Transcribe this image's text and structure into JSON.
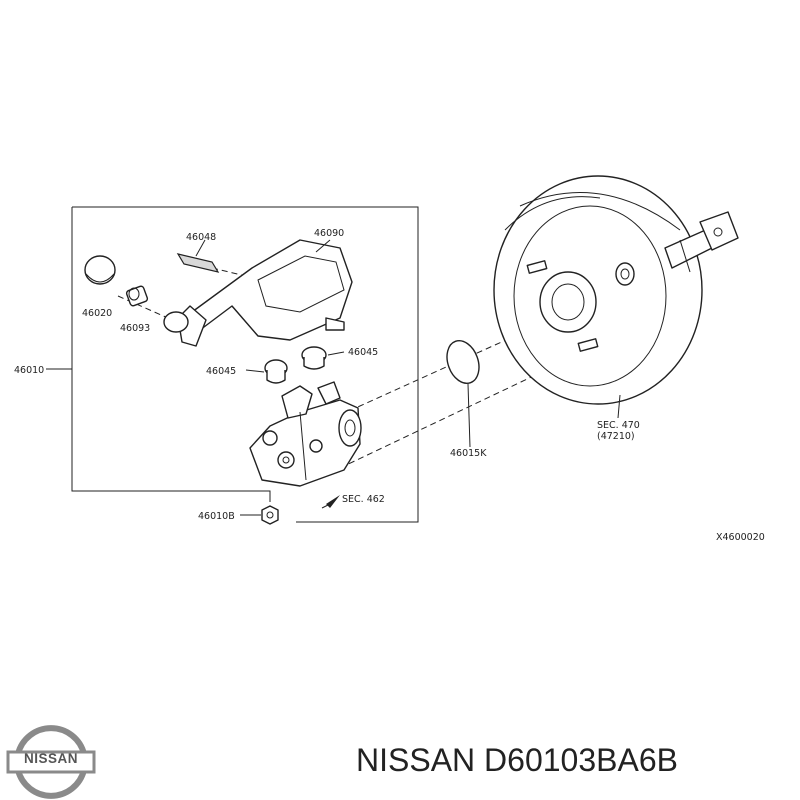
{
  "diagram": {
    "labels": {
      "p46048": "46048",
      "p46090": "46090",
      "p46020": "46020",
      "p46093": "46093",
      "p46010": "46010",
      "p46045a": "46045",
      "p46045b": "46045",
      "p46015k": "46015K",
      "sec470": "SEC. 470",
      "sec470sub": "(47210)",
      "sec462": "SEC. 462",
      "p46010b": "46010B",
      "drawing_code": "X4600020"
    }
  },
  "brand": {
    "logo_text": "NISSAN",
    "caption": "NISSAN D60103BA6B"
  }
}
